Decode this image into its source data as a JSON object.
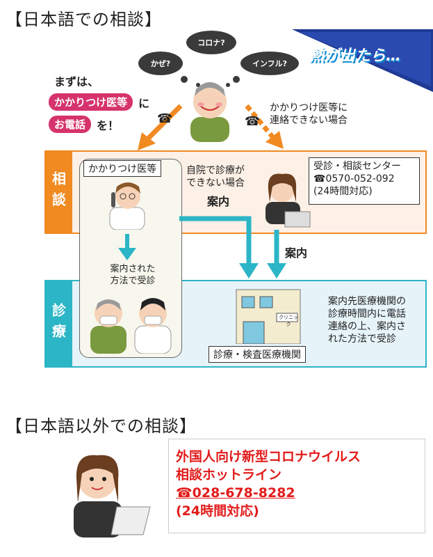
{
  "section1": {
    "title": "【日本語での相談】",
    "fever_banner": "熱が出たら…",
    "thoughts": [
      "かぜ?",
      "コロナ?",
      "インフル?"
    ],
    "first_line": "まずは、",
    "pill_doctor": "かかりつけ医等",
    "after_doctor": "に",
    "pill_call": "お電話",
    "after_call": "を！",
    "cannot_contact": "かかりつけ医等に\n連絡できない場合",
    "soudan_label": "相談",
    "shinryo_label": "診療",
    "doctor_box_title": "かかりつけ医等",
    "cannot_treat": "自院で診療が\nできない場合",
    "guide1": "案内",
    "guide2": "案内",
    "guided_method": "案内された\n方法で受診",
    "center": {
      "name": "受診・相談センター",
      "phone": "☎0570-052-092",
      "hours": "(24時間対応)"
    },
    "clinic_sign": "クリニック",
    "facility_label": "診療・検査医療機関",
    "facility_note": "案内先医療機関の\n診療時間内に電話\n連絡の上、案内さ\nれた方法で受診",
    "colors": {
      "orange": "#f08a21",
      "blue": "#2bb5c6",
      "peach": "#fdf0e6",
      "lightblue": "#e6f3f8",
      "navy": "#1f3a93"
    }
  },
  "section2": {
    "title": "【日本語以外での相談】",
    "hotline_line1": "外国人向け新型コロナウイルス",
    "hotline_line2": "相談ホットライン",
    "hotline_phone": "☎028-678-8282",
    "hotline_hours": "(24時間対応)"
  }
}
